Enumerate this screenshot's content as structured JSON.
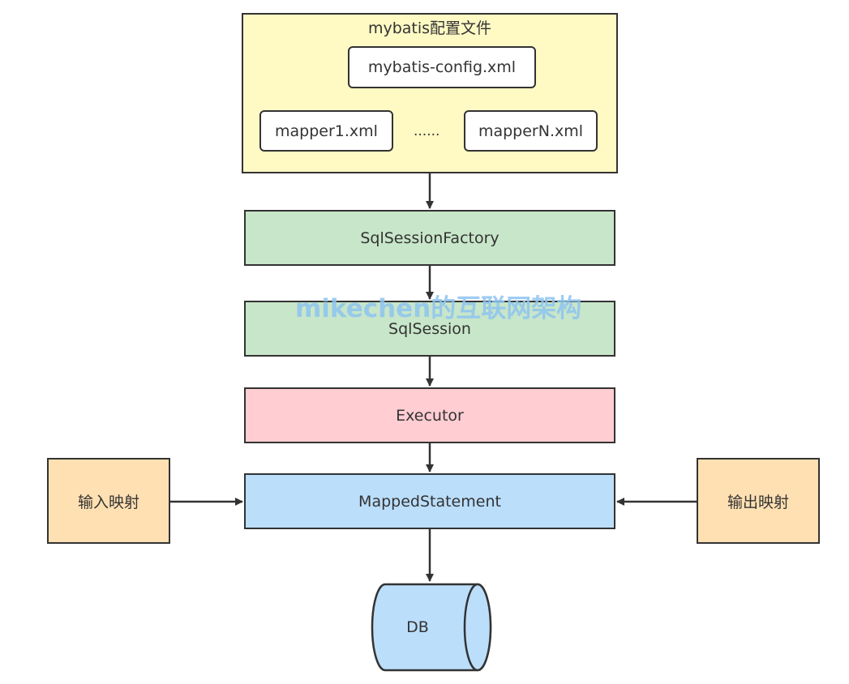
{
  "diagram": {
    "config_group": {
      "title": "mybatis配置文件",
      "main_file": "mybatis-config.xml",
      "mapper_first": "mapper1.xml",
      "ellipsis": "......",
      "mapper_last": "mapperN.xml"
    },
    "nodes": {
      "factory": "SqlSessionFactory",
      "session": "SqlSession",
      "executor": "Executor",
      "mapped_statement": "MappedStatement",
      "input_mapping": "输入映射",
      "output_mapping": "输出映射",
      "db": "DB"
    },
    "watermark": "mikechen的互联网架构"
  },
  "colors": {
    "config_fill": "#fff9c4",
    "factory_fill": "#c8e6c9",
    "session_fill": "#c8e6c9",
    "executor_fill": "#ffcdd2",
    "mapped_fill": "#bbdefb",
    "mapping_fill": "#ffe0b2",
    "db_fill": "#bbdefb",
    "stroke": "#333333",
    "watermark": "#8ec4f0"
  }
}
